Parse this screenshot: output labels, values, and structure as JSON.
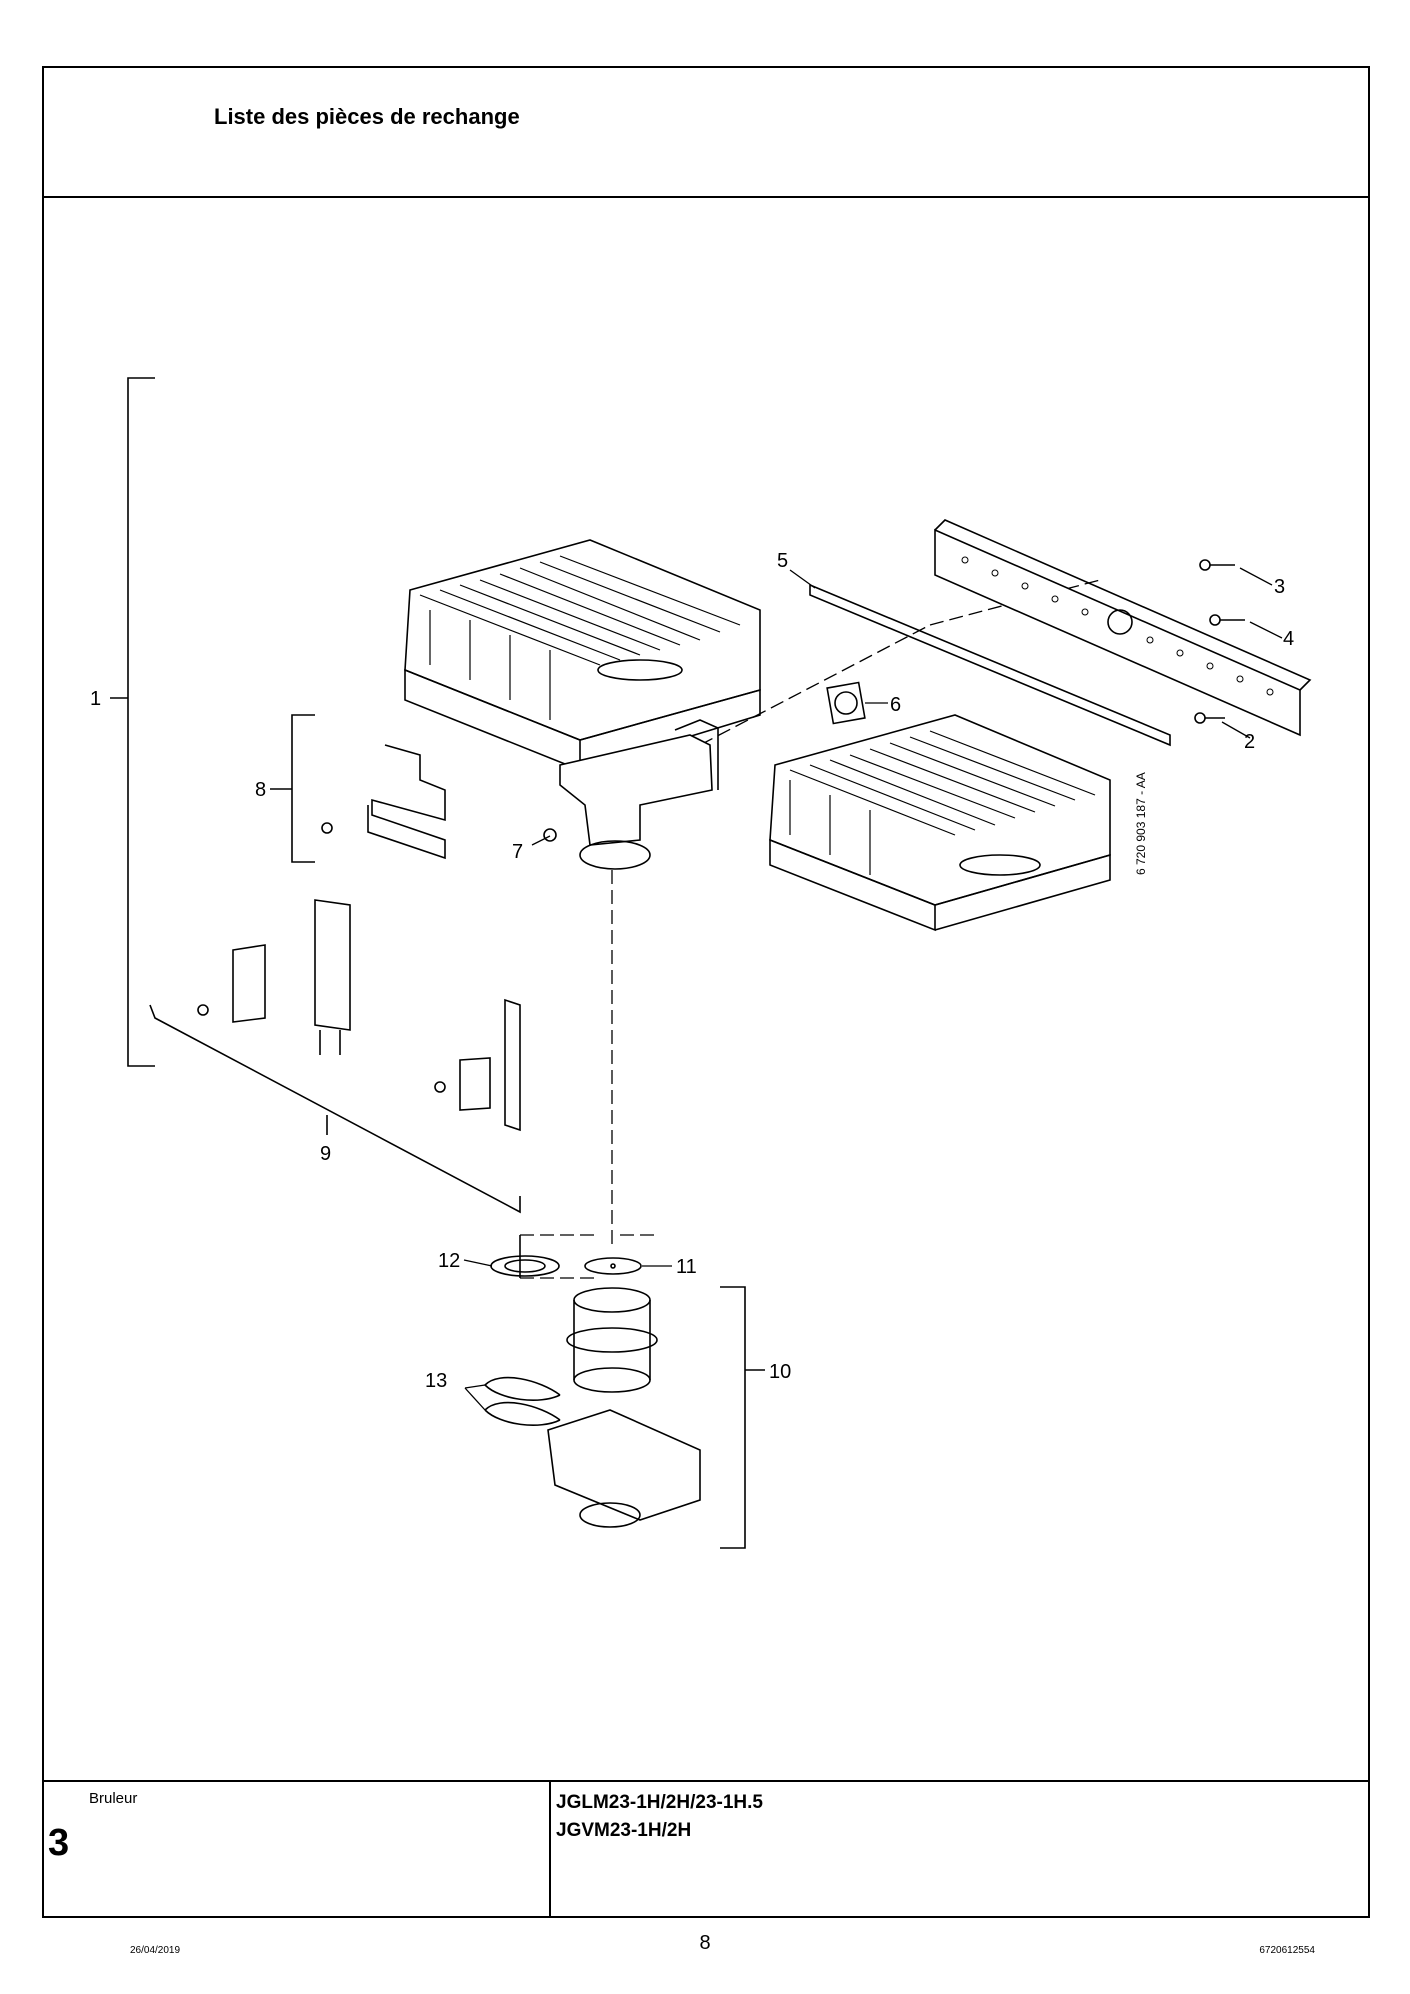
{
  "header": {
    "title": "Liste des pièces de rechange"
  },
  "diagram": {
    "part_labels": [
      "1",
      "2",
      "3",
      "4",
      "5",
      "6",
      "7",
      "8",
      "9",
      "10",
      "11",
      "12",
      "13"
    ],
    "drawing_code": "6 720 903 187 - AA"
  },
  "footer": {
    "section_label": "Bruleur",
    "section_number": "3",
    "model_line1": "JGLM23-1H/2H/23-1H.5",
    "model_line2": "JGVM23-1H/2H"
  },
  "page": {
    "number": "8",
    "date": "26/04/2019",
    "doc_number": "6720612554"
  }
}
